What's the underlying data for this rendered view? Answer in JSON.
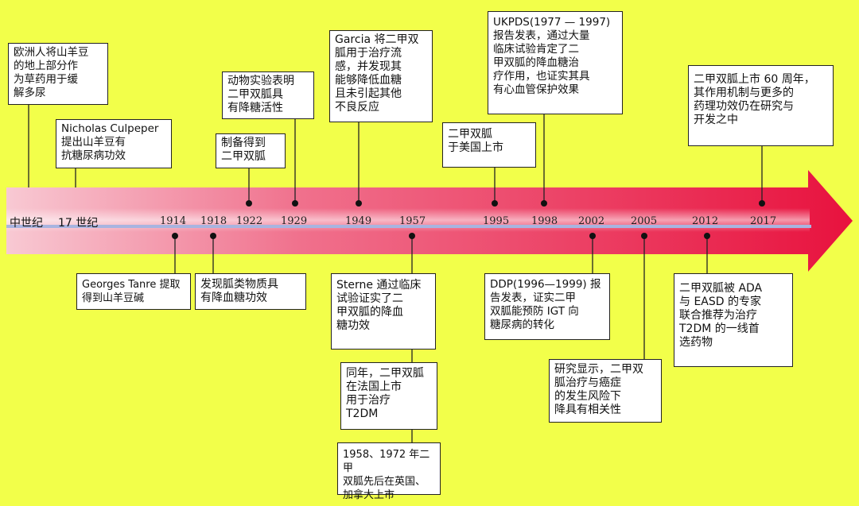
{
  "eras": [
    "中世纪",
    "17 世纪"
  ],
  "years": [
    "1914",
    "1918",
    "1922",
    "1929",
    "1949",
    "1957",
    "1995",
    "1998",
    "2002",
    "2005",
    "2012",
    "2017"
  ],
  "events_above": [
    "欧洲人将山羊豆\n的地上部分作\n为草药用于缓\n解多尿",
    "Nicholas Culpeper\n提出山羊豆有\n抗糖尿病功效",
    "制备得到\n二甲双胍",
    "动物实验表明\n二甲双胍具\n有降糖活性",
    "Garcia 将二甲双\n胍用于治疗流\n感，并发现其\n能够降低血糖\n且未引起其他\n不良反应",
    "二甲双胍\n于美国上市",
    "UKPDS(1977 — 1997)\n报告发表，通过大量\n临床试验肯定了二\n甲双胍的降血糖治\n疗作用，也证实其具\n有心血管保护效果",
    "二甲双胍上市 60 周年，\n其作用机制与更多的\n药理功效仍在研究与\n开发之中"
  ],
  "events_below": [
    "Georges Tanre 提取\n得到山羊豆碱",
    "发现胍类物质具\n有降血糖功效",
    "Sterne 通过临床\n试验证实了二\n甲双胍的降血\n糖功效",
    "同年，二甲双胍\n在法国上市\n用于治疗\nT2DM",
    "1958、1972 年二甲\n双胍先后在英国、\n加拿大上市",
    "DDP(1996—1999) 报\n告发表，证实二甲\n双胍能预防 IGT 向\n糖尿病的转化",
    "研究显示，二甲双\n胍治疗与癌症\n的发生风险下\n降具有相关性",
    "二甲双胍被 ADA\n与 EASD 的专家\n联合推荐为治疗\nT2DM 的一线首\n选药物"
  ],
  "colors": {
    "background": "#f2ff4a",
    "arrow": "#e8204a",
    "arrow_light": "#f6b4c2",
    "line": "#9aa7d8"
  }
}
